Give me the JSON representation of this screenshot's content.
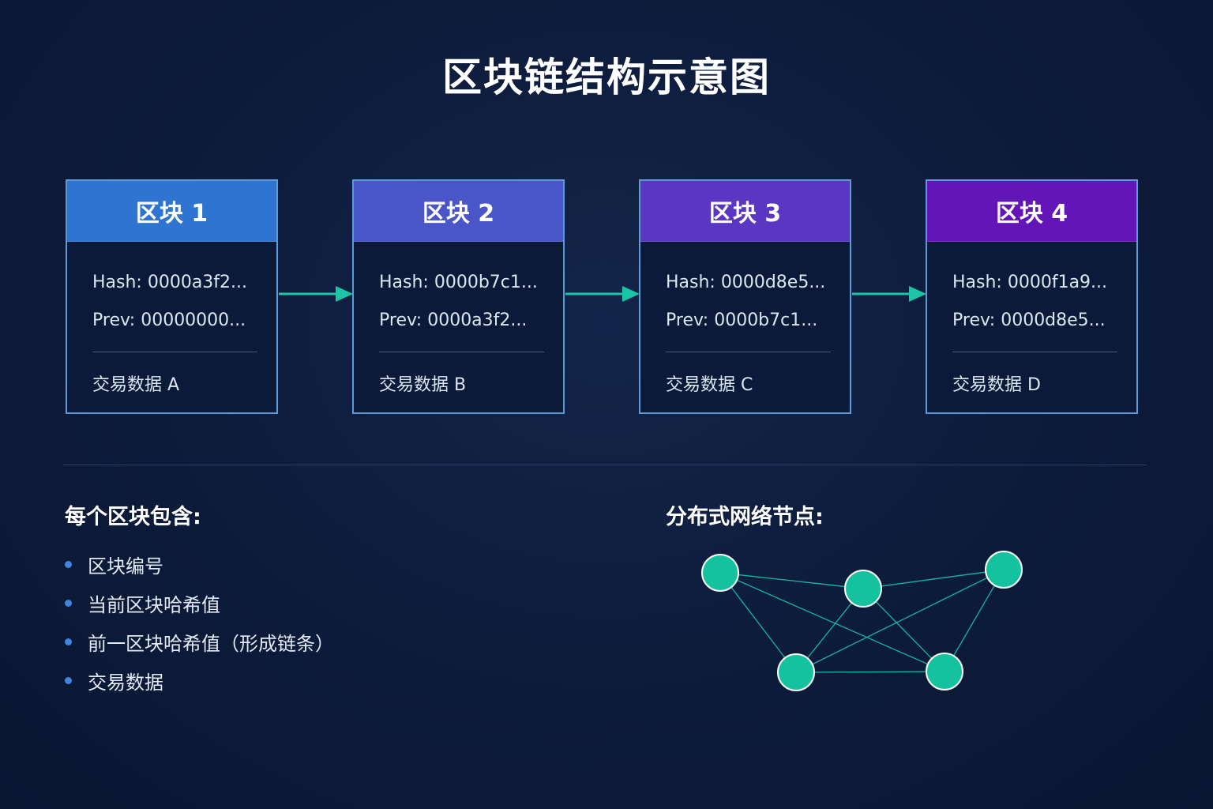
{
  "title": "区块链结构示意图",
  "blocks": [
    {
      "label": "区块 1",
      "hash": "Hash: 0000a3f2...",
      "prev": "Prev: 00000000...",
      "tx": "交易数据 A",
      "color": "#2f74d0"
    },
    {
      "label": "区块 2",
      "hash": "Hash: 0000b7c1...",
      "prev": "Prev: 0000a3f2...",
      "tx": "交易数据 B",
      "color": "#4a55c7"
    },
    {
      "label": "区块 3",
      "hash": "Hash: 0000d8e5...",
      "prev": "Prev: 0000b7c1...",
      "tx": "交易数据 C",
      "color": "#5b36c3"
    },
    {
      "label": "区块 4",
      "hash": "Hash: 0000f1a9...",
      "prev": "Prev: 0000d8e5...",
      "tx": "交易数据 D",
      "color": "#6415b8"
    }
  ],
  "colors": {
    "arrow": "#19c6a8",
    "node": "#14c29f",
    "edge": "#19c6a8",
    "bullet": "#3f86e0"
  },
  "features": {
    "heading": "每个区块包含:",
    "items": [
      "区块编号",
      "当前区块哈希值",
      "前一区块哈希值（形成链条）",
      "交易数据"
    ]
  },
  "network": {
    "heading": "分布式网络节点:",
    "nodes": [
      "n1",
      "n2",
      "n3",
      "n4",
      "n5"
    ],
    "edges": [
      [
        0,
        1
      ],
      [
        0,
        3
      ],
      [
        0,
        4
      ],
      [
        1,
        2
      ],
      [
        1,
        3
      ],
      [
        1,
        4
      ],
      [
        2,
        3
      ],
      [
        2,
        4
      ],
      [
        3,
        4
      ]
    ]
  }
}
